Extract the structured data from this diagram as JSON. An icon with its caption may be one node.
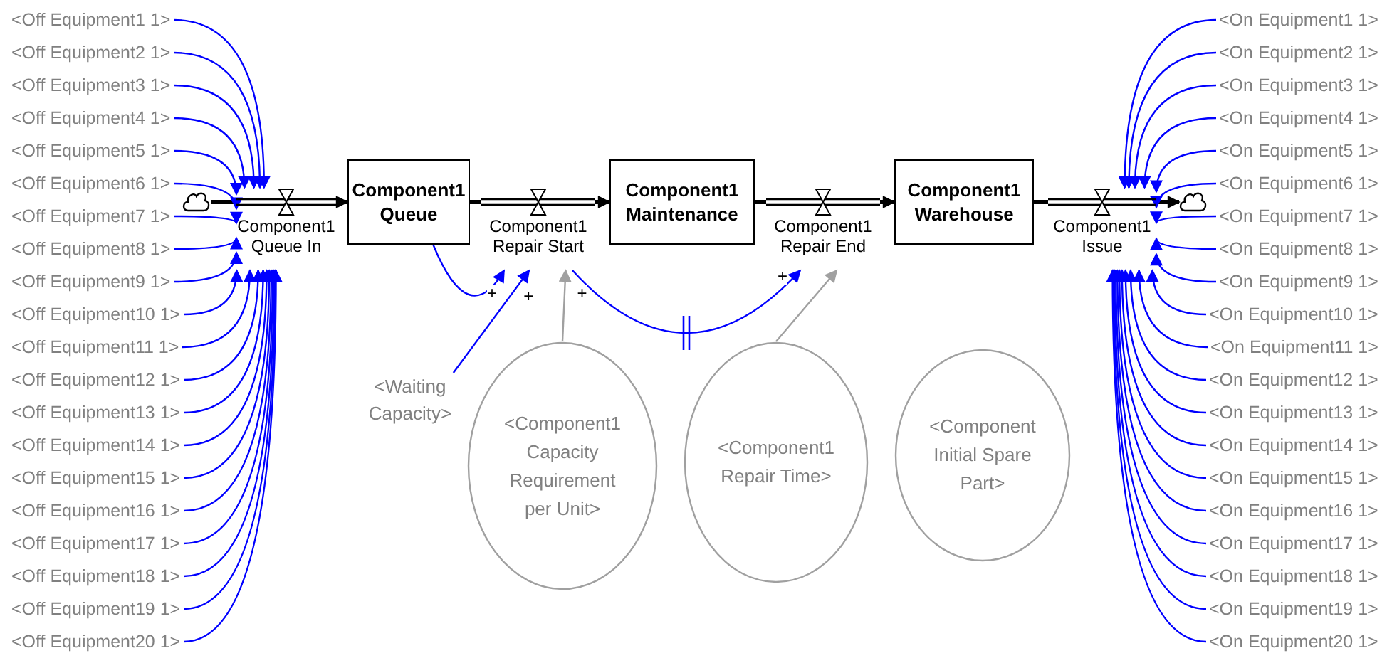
{
  "diagram": {
    "nodes": [
      {
        "text": [],
        "shape": "cloud"
      },
      {
        "text": [
          "Component1 Queue In"
        ]
      },
      {
        "text": [
          "Component1 Queue"
        ]
      },
      {
        "text": [
          "Component1 Repair Start"
        ]
      },
      {
        "text": [
          "Component1 Maintenance"
        ]
      },
      {
        "text": [
          "Component1 Repair End"
        ]
      },
      {
        "text": [
          "Component1 Warehouse"
        ]
      },
      {
        "text": [
          "Component1 Issue"
        ]
      },
      {
        "text": [],
        "shape": "cloud"
      },
      {
        "text": [
          "<Waiting Capacity>"
        ]
      },
      {
        "text": [
          "<Component1 Capacity Requirement per Unit>"
        ]
      },
      {
        "text": [
          "<Component1 Repair Time>"
        ]
      },
      {
        "text": [
          "<Component Initial Spare Part>"
        ]
      },
      {
        "text": [
          "<Off Equipment1 1>"
        ]
      },
      {
        "text": [
          "<Off Equipment2 1>"
        ]
      },
      {
        "text": [
          "<Off Equipment3 1>"
        ]
      },
      {
        "text": [
          "<Off Equipment4 1>"
        ]
      },
      {
        "text": [
          "<Off Equipment5 1>"
        ]
      },
      {
        "text": [
          "<Off Equipment6 1>"
        ]
      },
      {
        "text": [
          "<Off Equipment7 1>"
        ]
      },
      {
        "text": [
          "<Off Equipment8 1>"
        ]
      },
      {
        "text": [
          "<Off Equipment9 1>"
        ]
      },
      {
        "text": [
          "<Off Equipment10 1>"
        ]
      },
      {
        "text": [
          "<Off Equipment11 1>"
        ]
      },
      {
        "text": [
          "<Off Equipment12 1>"
        ]
      },
      {
        "text": [
          "<Off Equipment13 1>"
        ]
      },
      {
        "text": [
          "<Off Equipment14 1>"
        ]
      },
      {
        "text": [
          "<Off Equipment15 1>"
        ]
      },
      {
        "text": [
          "<Off Equipment16 1>"
        ]
      },
      {
        "text": [
          "<Off Equipment17 1>"
        ]
      },
      {
        "text": [
          "<Off Equipment18 1>"
        ]
      },
      {
        "text": [
          "<Off Equipment19 1>"
        ]
      },
      {
        "text": [
          "<Off Equipment20 1>"
        ]
      },
      {
        "text": [
          "<On Equipment1 1>"
        ]
      },
      {
        "text": [
          "<On Equipment2 1>"
        ]
      },
      {
        "text": [
          "<On Equipment3 1>"
        ]
      },
      {
        "text": [
          "<On Equipment4 1>"
        ]
      },
      {
        "text": [
          "<On Equipment5 1>"
        ]
      },
      {
        "text": [
          "<On Equipment6 1>"
        ]
      },
      {
        "text": [
          "<On Equipment7 1>"
        ]
      },
      {
        "text": [
          "<On Equipment8 1>"
        ]
      },
      {
        "text": [
          "<On Equipment9 1>"
        ]
      },
      {
        "text": [
          "<On Equipment10 1>"
        ]
      },
      {
        "text": [
          "<On Equipment11 1>"
        ]
      },
      {
        "text": [
          "<On Equipment12 1>"
        ]
      },
      {
        "text": [
          "<On Equipment13 1>"
        ]
      },
      {
        "text": [
          "<On Equipment14 1>"
        ]
      },
      {
        "text": [
          "<On Equipment15 1>"
        ]
      },
      {
        "text": [
          "<On Equipment16 1>"
        ]
      },
      {
        "text": [
          "<On Equipment17 1>"
        ]
      },
      {
        "text": [
          "<On Equipment18 1>"
        ]
      },
      {
        "text": [
          "<On Equipment19 1>"
        ]
      },
      {
        "text": [
          "<On Equipment20 1>"
        ]
      }
    ],
    "edges": [
      {
        "from": 0,
        "to": 1,
        "arrow": "none",
        "style": "thick",
        "color": "#000000"
      },
      {
        "from": 1,
        "to": 2,
        "arrow": "to",
        "style": "thick",
        "color": "#000000"
      },
      {
        "from": 2,
        "to": 3,
        "arrow": "none",
        "style": "thick",
        "color": "#000000"
      },
      {
        "from": 3,
        "to": 4,
        "arrow": "to",
        "style": "thick",
        "color": "#000000"
      },
      {
        "from": 4,
        "to": 5,
        "arrow": "none",
        "style": "thick",
        "color": "#000000"
      },
      {
        "from": 5,
        "to": 6,
        "arrow": "to",
        "style": "thick",
        "color": "#000000"
      },
      {
        "from": 6,
        "to": 7,
        "arrow": "none",
        "style": "thick",
        "color": "#000000"
      },
      {
        "from": 7,
        "to": 8,
        "arrow": "to",
        "style": "thick",
        "color": "#000000"
      },
      {
        "from": 13,
        "to": 1,
        "arrow": "to"
      },
      {
        "from": 14,
        "to": 1,
        "arrow": "to"
      },
      {
        "from": 15,
        "to": 1,
        "arrow": "to"
      },
      {
        "from": 16,
        "to": 1,
        "arrow": "to"
      },
      {
        "from": 17,
        "to": 1,
        "arrow": "to"
      },
      {
        "from": 18,
        "to": 1,
        "arrow": "to"
      },
      {
        "from": 19,
        "to": 1,
        "arrow": "to"
      },
      {
        "from": 20,
        "to": 1,
        "arrow": "to"
      },
      {
        "from": 21,
        "to": 1,
        "arrow": "to"
      },
      {
        "from": 22,
        "to": 1,
        "arrow": "to"
      },
      {
        "from": 23,
        "to": 1,
        "arrow": "to"
      },
      {
        "from": 24,
        "to": 1,
        "arrow": "to"
      },
      {
        "from": 25,
        "to": 1,
        "arrow": "to"
      },
      {
        "from": 26,
        "to": 1,
        "arrow": "to"
      },
      {
        "from": 27,
        "to": 1,
        "arrow": "to"
      },
      {
        "from": 28,
        "to": 1,
        "arrow": "to"
      },
      {
        "from": 29,
        "to": 1,
        "arrow": "to"
      },
      {
        "from": 30,
        "to": 1,
        "arrow": "to"
      },
      {
        "from": 31,
        "to": 1,
        "arrow": "to"
      },
      {
        "from": 32,
        "to": 1,
        "arrow": "to"
      },
      {
        "from": 33,
        "to": 7,
        "arrow": "to"
      },
      {
        "from": 34,
        "to": 7,
        "arrow": "to"
      },
      {
        "from": 35,
        "to": 7,
        "arrow": "to"
      },
      {
        "from": 36,
        "to": 7,
        "arrow": "to"
      },
      {
        "from": 37,
        "to": 7,
        "arrow": "to"
      },
      {
        "from": 38,
        "to": 7,
        "arrow": "to"
      },
      {
        "from": 39,
        "to": 7,
        "arrow": "to"
      },
      {
        "from": 40,
        "to": 7,
        "arrow": "to"
      },
      {
        "from": 41,
        "to": 7,
        "arrow": "to"
      },
      {
        "from": 42,
        "to": 7,
        "arrow": "to"
      },
      {
        "from": 43,
        "to": 7,
        "arrow": "to"
      },
      {
        "from": 44,
        "to": 7,
        "arrow": "to"
      },
      {
        "from": 45,
        "to": 7,
        "arrow": "to"
      },
      {
        "from": 46,
        "to": 7,
        "arrow": "to"
      },
      {
        "from": 47,
        "to": 7,
        "arrow": "to"
      },
      {
        "from": 48,
        "to": 7,
        "arrow": "to"
      },
      {
        "from": 49,
        "to": 7,
        "arrow": "to"
      },
      {
        "from": 50,
        "to": 7,
        "arrow": "to"
      },
      {
        "from": 51,
        "to": 7,
        "arrow": "to"
      },
      {
        "from": 52,
        "to": 7,
        "arrow": "to"
      },
      {
        "from": 2,
        "to": 3,
        "arrow": "to",
        "label": "+"
      },
      {
        "from": 9,
        "to": 3,
        "arrow": "to",
        "label": "+"
      },
      {
        "from": 10,
        "to": 3,
        "arrow": "to",
        "label": "+",
        "color": "#a0a0a0"
      },
      {
        "from": 3,
        "to": 5,
        "arrow": "to",
        "label": "+"
      },
      {
        "from": 11,
        "to": 5,
        "arrow": "to",
        "color": "#a0a0a0"
      }
    ]
  }
}
